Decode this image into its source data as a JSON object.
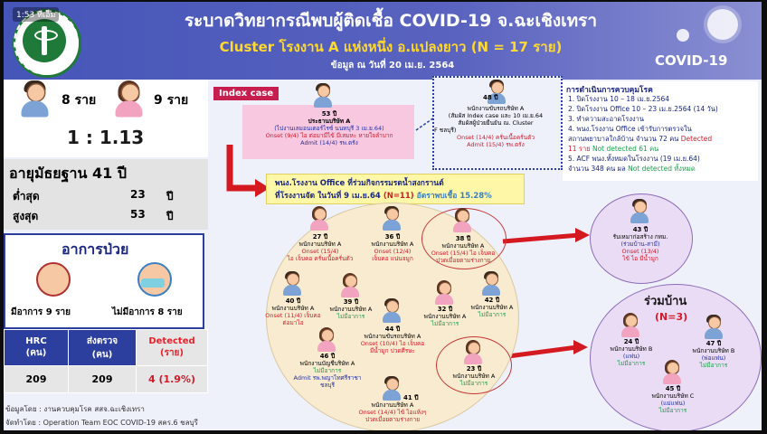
{
  "overlay": {
    "live": "1:53 ทีเอ็ม"
  },
  "header": {
    "title": "ระบาดวิทยากรณีพบผู้ติดเชื้อ COVID-19 จ.ฉะเชิงเทรา",
    "subtitle": "Cluster โรงงาน A แห่งหนึ่ง อ.แปลงยาว (N = 17 ราย)",
    "date": "ข้อมูล ณ วันที่ 20 เม.ย. 2564",
    "badge": "COVID-19"
  },
  "logo": {
    "caption": "MINISTRY OF PUBLIC HEALTH"
  },
  "stats": {
    "male_count": "8 ราย",
    "female_count": "9 ราย",
    "ratio": "1 : 1.13",
    "median_age": "อายุมัธยฐาน 41 ปี",
    "min_label": "ต่ำสุด",
    "min_value": "23",
    "min_unit": "ปี",
    "max_label": "สูงสุด",
    "max_value": "53",
    "max_unit": "ปี"
  },
  "symptoms": {
    "title": "อาการป่วย",
    "with": "มีอาการ 9 ราย",
    "without": "ไม่มีอาการ 8 ราย"
  },
  "hrc": {
    "headers": [
      "HRC\n(คน)",
      "ส่งตรวจ\n(คน)",
      "Detected\n(ราย)"
    ],
    "values": [
      "209",
      "209",
      "4 (1.9%)"
    ]
  },
  "footer": {
    "line1": "ข้อมูลโดย : งานควบคุมโรค สสจ.ฉะเชิงเทรา",
    "line2": "จัดทำโดย : Operation Team EOC COVID-19 สคร.6 ชลบุรี"
  },
  "index_case": {
    "label": "Index case",
    "age": "53 ปี",
    "occ": "ประธานบริษัท A",
    "detail": "(ไปงานเลมอนเตอร์ไรซ์ นนทบุรี 3 เม.ย.64)",
    "onset": "Onset (9/4) ไอ ต่อมามีไข้ มีเสมหะ หายใจลำบาก",
    "admit": "Admit (14/4) รพ.ตรัง"
  },
  "case2": {
    "age": "48 ปี",
    "occ": "พนักงานขับรถบริษัท A",
    "detail1": "(สัมผัส Index case และ 10 เม.ย.64",
    "detail2": "สัมผัสผู้ป่วยยืนยัน ณ. Cluster",
    "detail3": "F                    ชลบุรี)",
    "onset": "Onset (14/4) ครั่นเนื้อครั่นตัว",
    "admit": "Admit (15/4) รพ.ตรัง"
  },
  "measures": {
    "title": "การดำเนินการควบคุมโรค",
    "items": [
      "1. ปิดโรงงาน 10 – 18 เม.ย.2564",
      "2. ปิดโรงงาน Office 10 – 23 เม.ย.2564 (14 วัน)",
      "3. ทำความสะอาดโรงงาน",
      "4. พนง.โรงงาน Office เข้ารับการตรวจใน",
      "สถานพยาบาลใกล้บ้าน จำนวน 72 คน",
      "11 ราย",
      "5. ACF พนง.ทั้งหมดในโรงงาน (19 เม.ย.64)",
      "จำนวน 348 คน ผล"
    ],
    "detected": "Detected",
    "not_detected_61": "Not detected 61 คน",
    "not_detected_all": "Not detected ทั้งหมด"
  },
  "office": {
    "line1": "พนง.โรงงาน Office ที่ร่วมกิจกรรมรดน้ำสงกรานต์",
    "line2": "ที่โรงงานจัด ในวันที่ 9 เม.ย.64",
    "n": "(N=11)",
    "rate": "อัตราพบเชื้อ 15.28%"
  },
  "office_cases": [
    {
      "age": "27 ปี",
      "occ": "พนักงานบริษัท A",
      "sym": "Onset (15/4)",
      "sym2": "ไอ เจ็บคอ ครั่นเนื้อครั่นตัว"
    },
    {
      "age": "36 ปี",
      "occ": "พนักงานบริษัท A",
      "sym": "Onset (12/4)",
      "sym2": "เจ็บคอ แน่นจมูก"
    },
    {
      "age": "38 ปี",
      "occ": "พนักงานบริษัท A",
      "sym": "Onset (15/4) ไอ เจ็บคอ",
      "sym2": "ปวดเมื่อยตามร่างกาย"
    },
    {
      "age": "40 ปี",
      "occ": "พนักงานบริษัท A",
      "sym": "Onset (11/4) เจ็บคอ",
      "sym2": "ต่อมาไอ"
    },
    {
      "age": "39 ปี",
      "occ": "พนักงานบริษัท A",
      "sym": "ไม่มีอาการ",
      "sym2": ""
    },
    {
      "age": "32 ปี",
      "occ": "พนักงานบริษัท A",
      "sym": "ไม่มีอาการ",
      "sym2": ""
    },
    {
      "age": "42 ปี",
      "occ": "พนักงานบริษัท A",
      "sym": "ไม่มีอาการ",
      "sym2": ""
    },
    {
      "age": "44 ปี",
      "occ": "พนักงานขับรถบริษัท A",
      "sym": "Onset (10/4) ไอ เจ็บคอ",
      "sym2": "มีน้ำมูก ปวดศีรษะ"
    },
    {
      "age": "46 ปี",
      "occ": "พนักงานบัญชีบริษัท A",
      "sym": "ไม่มีอาการ",
      "sym2": "",
      "admit": "Admit รพ.พญาไทศรีราชา",
      "admit2": "ชลบุรี"
    },
    {
      "age": "23 ปี",
      "occ": "พนักงานบริษัท A",
      "sym": "ไม่มีอาการ",
      "sym2": ""
    },
    {
      "age": "41 ปี",
      "occ": "พนักงานบริษัท A",
      "sym": "Onset (14/4) ไข้ ไอแห้งๆ",
      "sym2": "ปวดเมื่อยตามร่างกาย"
    }
  ],
  "case43": {
    "age": "43 ปี",
    "occ": "รับเหมาก่อสร้าง กทม.",
    "rel": "(ร่วมบ้าน-สามี)",
    "sym": "Onset (13/4)",
    "sym2": "ไข้ ไอ มีน้ำมูก"
  },
  "household": {
    "title": "ร่วมบ้าน",
    "n": "(N=3)",
    "cases": [
      {
        "age": "24 ปี",
        "occ": "พนักงานบริษัท B",
        "rel": "(แฟน)",
        "sym": "ไม่มีอาการ"
      },
      {
        "age": "47 ปี",
        "occ": "พนักงานบริษัท B",
        "rel": "(พ่อแฟน)",
        "sym": "ไม่มีอาการ"
      },
      {
        "age": "45 ปี",
        "occ": "พนักงานบริษัท C",
        "rel": "(แม่แฟน)",
        "sym": "ไม่มีอาการ"
      }
    ]
  }
}
